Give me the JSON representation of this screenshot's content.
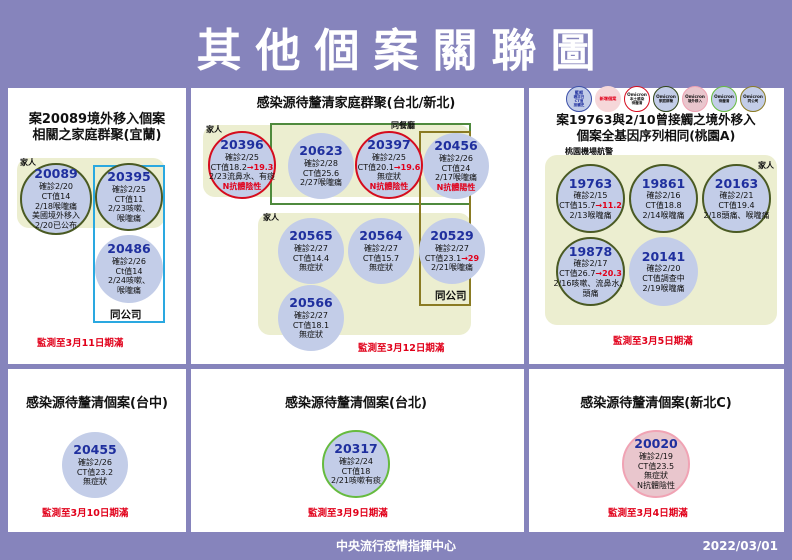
{
  "header": {
    "title": "其他個案關聯圖"
  },
  "footer": {
    "org": "中央流行疫情指揮中心",
    "date": "2022/03/01"
  },
  "legend": {
    "badges": [
      {
        "name": "badge-ct-value",
        "l1": "藍框",
        "l2": "確診日",
        "l3": "CT值",
        "l4": "接觸史",
        "fill": "#c3cde8",
        "border": "#3b4fa8",
        "text": "#1f2f9e"
      },
      {
        "name": "badge-pink",
        "l1": "新增個案",
        "l2": "",
        "l3": "",
        "l4": "",
        "fill": "#f6d7d9",
        "border": "#f6d7d9",
        "text": "#e1001a"
      },
      {
        "name": "badge-omicron-red",
        "l1": "Omicron",
        "l2": "本土感染",
        "l3": "待釐清",
        "l4": "",
        "fill": "#ffffff",
        "border": "#d50c1e",
        "text": "#111111"
      },
      {
        "name": "badge-omicron-dark",
        "l1": "Omicron",
        "l2": "家庭群聚",
        "l3": "",
        "l4": "",
        "fill": "#c3cde8",
        "border": "#2f4416",
        "text": "#111111"
      },
      {
        "name": "badge-omicron-pink",
        "l1": "Omicron",
        "l2": "境外移入",
        "l3": "",
        "l4": "",
        "fill": "#e9c6cd",
        "border": "#f0a3b4",
        "text": "#111111"
      },
      {
        "name": "badge-omicron-green",
        "l1": "Omicron",
        "l2": "待釐清",
        "l3": "",
        "l4": "",
        "fill": "#c3cde8",
        "border": "#66bb3f",
        "text": "#111111"
      },
      {
        "name": "badge-omicron-olive",
        "l1": "Omicron",
        "l2": "同公司",
        "l3": "",
        "l4": "",
        "fill": "#c3cde8",
        "border": "#8a7b23",
        "text": "#111111"
      }
    ]
  },
  "panels": {
    "yilan": {
      "title": "案20089境外移入個案\n相關之家庭群聚(宜蘭)",
      "title_line1": "案20089境外移入個案",
      "title_line2": "相關之家庭群聚(宜蘭)",
      "family_label": "家人",
      "company_label": "同公司",
      "expiry": "監測至3月11日期滿",
      "cases": [
        {
          "id": "20089",
          "lines": [
            "確診2/20",
            "CT值14",
            "2/18喉嚨痛",
            "美國境外移入",
            "2/20已公布"
          ],
          "ring": "dark"
        },
        {
          "id": "20395",
          "lines": [
            "確診2/25",
            "CT值11",
            "2/23咳嗽、",
            "喉嚨痛"
          ],
          "ring": "dark"
        },
        {
          "id": "20486",
          "lines": [
            "確診2/26",
            "Ct值14",
            "2/24咳嗽、",
            "喉嚨痛"
          ],
          "ring": "none"
        }
      ]
    },
    "taipei_newtaipei": {
      "title": "感染源待釐清家庭群聚(台北/新北)",
      "family_label_1": "家人",
      "family_label_2": "家人",
      "restaurant_label": "同餐廳",
      "company_label": "同公司",
      "expiry": "監測至3月12日期滿",
      "cases": [
        {
          "id": "20396",
          "lines": [
            "確診2/25",
            "CT值18.2→19.3",
            "2/23流鼻水、有痰",
            "N抗體陰性"
          ],
          "ring": "red"
        },
        {
          "id": "20623",
          "lines": [
            "確診2/28",
            "CT值25.6",
            "2/27喉嚨痛"
          ],
          "ring": "none"
        },
        {
          "id": "20397",
          "lines": [
            "確診2/25",
            "CT值20.1→19.6",
            "無症狀",
            "N抗體陰性"
          ],
          "ring": "red"
        },
        {
          "id": "20456",
          "lines": [
            "確診2/26",
            "CT值24",
            "2/17喉嚨痛",
            "N抗體陽性"
          ],
          "ring": "none"
        },
        {
          "id": "20565",
          "lines": [
            "確診2/27",
            "CT值14.4",
            "無症狀"
          ],
          "ring": "none"
        },
        {
          "id": "20564",
          "lines": [
            "確診2/27",
            "CT值15.7",
            "無症狀"
          ],
          "ring": "none"
        },
        {
          "id": "20529",
          "lines": [
            "確診2/27",
            "CT值23.1→29",
            "2/21喉嚨痛"
          ],
          "ring": "none"
        },
        {
          "id": "20566",
          "lines": [
            "確診2/27",
            "CT值18.1",
            "無症狀"
          ],
          "ring": "none"
        }
      ]
    },
    "taoyuan_a": {
      "title_line1": "案19763與2/10曾接觸之境外移入",
      "title_line2": "個案全基因序列相同(桃園A)",
      "airport_label": "桃園機場航警",
      "family_label": "家人",
      "expiry": "監測至3月5日期滿",
      "cases": [
        {
          "id": "19763",
          "lines": [
            "確診2/15",
            "CT值15.7→11.2",
            "2/13喉嚨痛"
          ],
          "ring": "dark"
        },
        {
          "id": "19861",
          "lines": [
            "確診2/16",
            "CT值18.8",
            "2/14喉嚨痛"
          ],
          "ring": "dark"
        },
        {
          "id": "20163",
          "lines": [
            "確診2/21",
            "CT值19.4",
            "2/18頭痛、喉嚨痛"
          ],
          "ring": "dark"
        },
        {
          "id": "19878",
          "lines": [
            "確診2/17",
            "CT值26.7→20.3",
            "2/16咳嗽、流鼻水、",
            "頭痛"
          ],
          "ring": "dark"
        },
        {
          "id": "20141",
          "lines": [
            "確診2/20",
            "CT值調查中",
            "2/19喉嚨痛"
          ],
          "ring": "none"
        }
      ]
    },
    "taichung": {
      "title": "感染源待釐清個案(台中)",
      "expiry": "監測至3月10日期滿",
      "cases": [
        {
          "id": "20455",
          "lines": [
            "確診2/26",
            "CT值23.2",
            "無症狀"
          ],
          "ring": "none"
        }
      ]
    },
    "taipei": {
      "title": "感染源待釐清個案(台北)",
      "expiry": "監測至3月9日期滿",
      "cases": [
        {
          "id": "20317",
          "lines": [
            "確診2/24",
            "CT值18",
            "2/21咳嗽有痰"
          ],
          "ring": "green"
        }
      ]
    },
    "newtaipei_c": {
      "title": "感染源待釐清個案(新北C)",
      "expiry": "監測至3月4日期滿",
      "cases": [
        {
          "id": "20020",
          "lines": [
            "確診2/19",
            "CT值23.5",
            "無症狀",
            "N抗體陰性"
          ],
          "ring": "pink"
        }
      ]
    }
  },
  "colors": {
    "banner": "#8684bc",
    "cluster_bg": "#eceed0",
    "case_fill": "#c3cde8",
    "case_id": "#1f2f9e",
    "alert_red": "#e1001a",
    "ring_dark": "#4a5a23",
    "ring_red": "#d50c1e",
    "ring_green": "#66bb3f",
    "group_green": "#4f8a3d",
    "group_olive": "#8a7b23",
    "group_blue": "#2aa8e0"
  }
}
